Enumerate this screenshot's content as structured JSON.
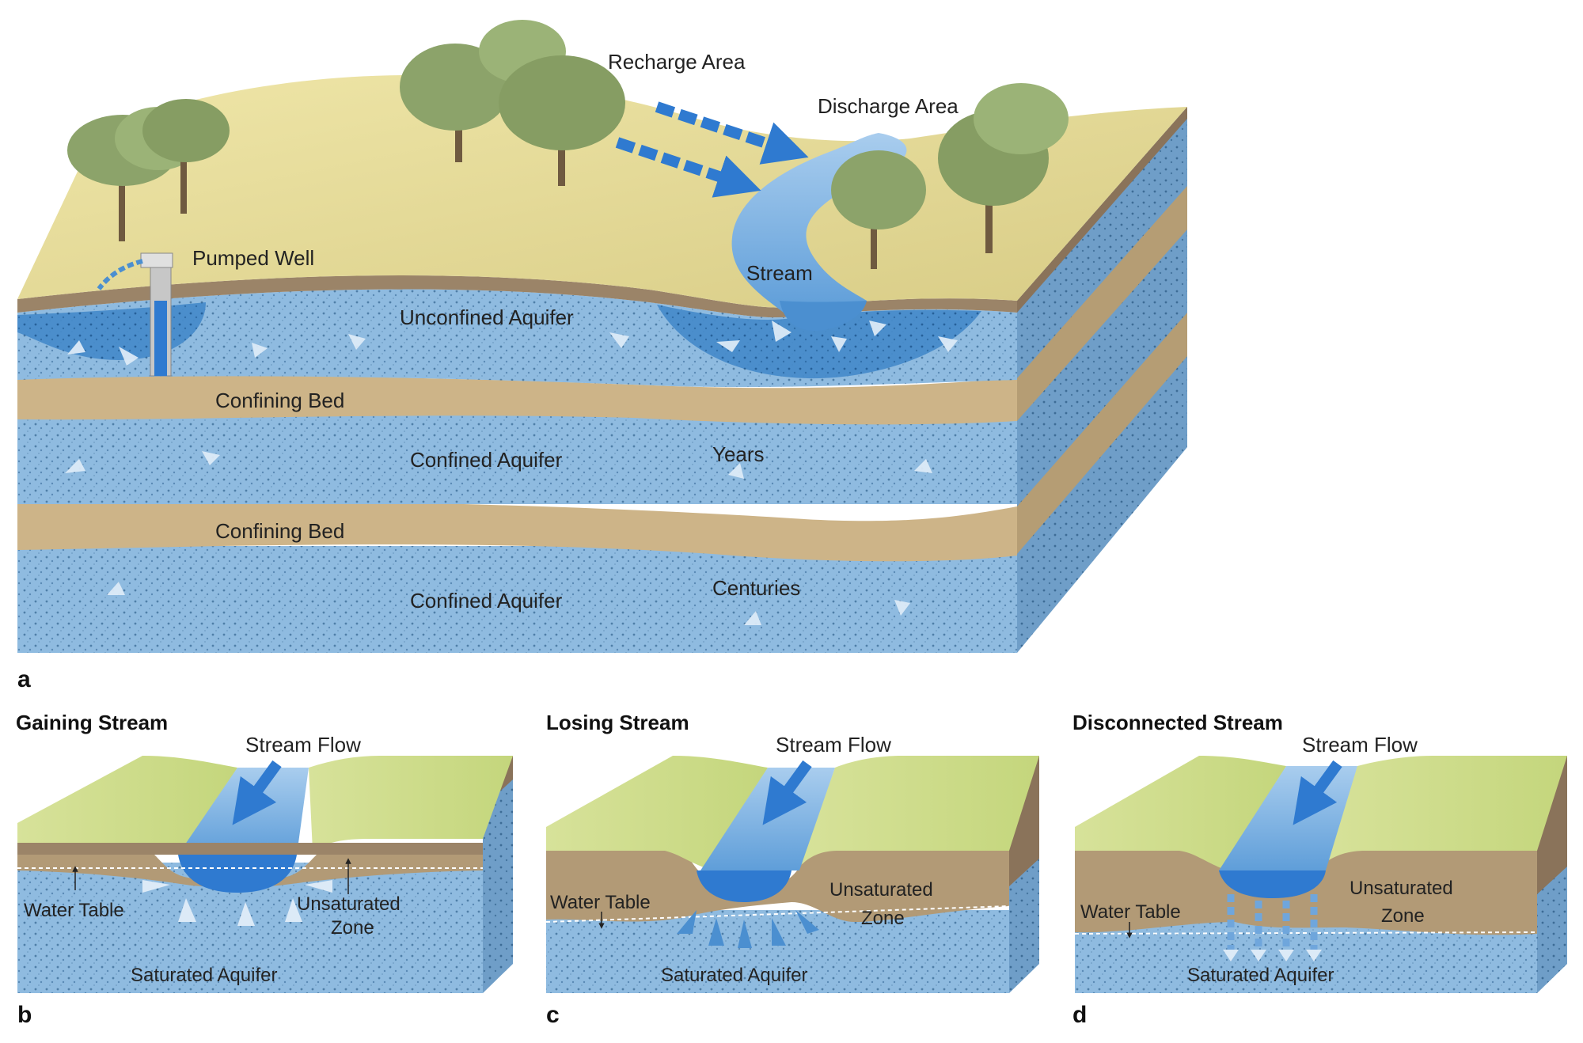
{
  "panel_a": {
    "recharge_area": "Recharge Area",
    "discharge_area": "Discharge Area",
    "pumped_well": "Pumped Well",
    "stream": "Stream",
    "unconfined_aquifer": "Unconfined Aquifer",
    "confining_bed_1": "Confining Bed",
    "confined_aquifer_1": "Confined Aquifer",
    "years": "Years",
    "confining_bed_2": "Confining Bed",
    "confined_aquifer_2": "Confined Aquifer",
    "centuries": "Centuries",
    "panel_letter": "a"
  },
  "panel_b": {
    "title": "Gaining Stream",
    "stream_flow": "Stream Flow",
    "water_table": "Water Table",
    "unsaturated_zone_line1": "Unsaturated",
    "unsaturated_zone_line2": "Zone",
    "saturated_aquifer": "Saturated Aquifer",
    "panel_letter": "b"
  },
  "panel_c": {
    "title": "Losing Stream",
    "stream_flow": "Stream Flow",
    "water_table": "Water Table",
    "unsaturated_zone_line1": "Unsaturated",
    "unsaturated_zone_line2": "Zone",
    "saturated_aquifer": "Saturated Aquifer",
    "panel_letter": "c"
  },
  "panel_d": {
    "title": "Disconnected Stream",
    "stream_flow": "Stream Flow",
    "water_table": "Water Table",
    "unsaturated_zone_line1": "Unsaturated",
    "unsaturated_zone_line2": "Zone",
    "saturated_aquifer": "Saturated Aquifer",
    "panel_letter": "d"
  },
  "colors": {
    "land_surface": "#e6dc9c",
    "soil": "#9b8468",
    "aquifer": "#8fbbe0",
    "aquifer_dark": "#3f86c8",
    "confining_bed": "#cdb488",
    "stream": "#7fb3e3",
    "tree_foliage": "#8ca36a",
    "arrow_blue": "#2f7ad0"
  }
}
